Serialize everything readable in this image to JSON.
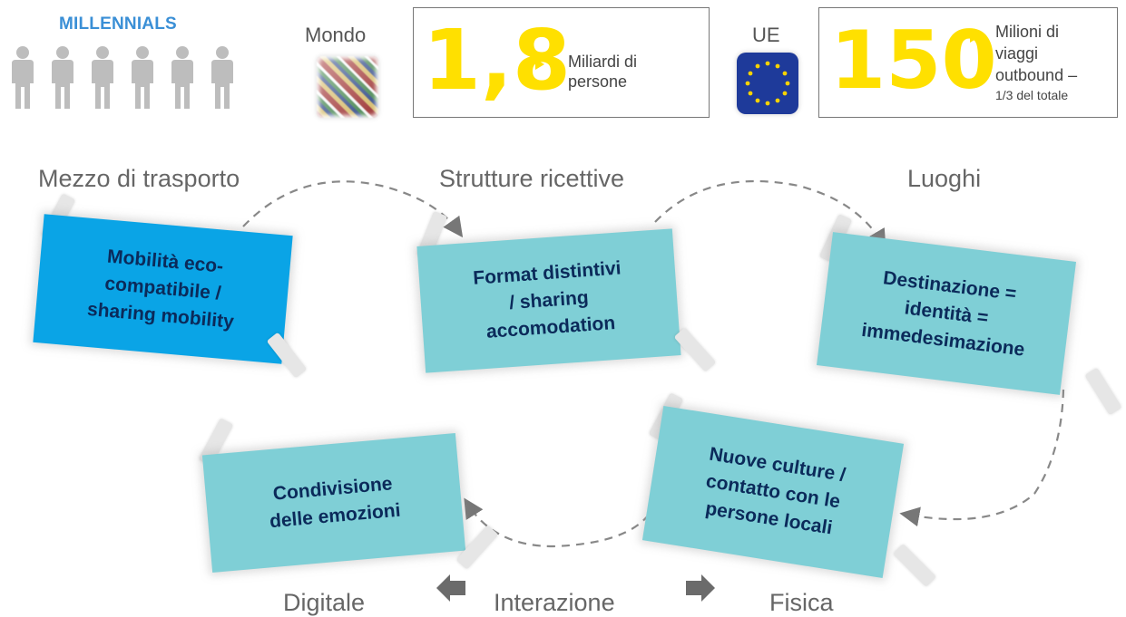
{
  "header": {
    "title": "MILLENNIALS",
    "person_icon_count": 6,
    "world": {
      "label": "Mondo",
      "value": "1,8",
      "description_lines": [
        "Miliardi di",
        "persone"
      ]
    },
    "eu": {
      "label": "UE",
      "value": "150",
      "description_lines": [
        "Milioni di",
        "viaggi",
        "outbound –"
      ],
      "note": "1/3 del totale"
    }
  },
  "categories": {
    "transport": "Mezzo di trasporto",
    "accommodation": "Strutture ricettive",
    "places": "Luoghi"
  },
  "cards": {
    "mobility": [
      "Mobilità eco-",
      "compatibile /",
      "sharing mobility"
    ],
    "format": [
      "Format distintivi",
      "/ sharing",
      "accomodation"
    ],
    "destination": [
      "Destinazione =",
      "identità =",
      "immedesimazione"
    ],
    "cultures": [
      "Nuove culture /",
      "contatto con le",
      "persone locali"
    ],
    "emotions": [
      "Condivisione",
      "delle emozioni"
    ]
  },
  "interaction": {
    "left": "Digitale",
    "center": "Interazione",
    "right": "Fisica"
  },
  "colors": {
    "accent_yellow": "#ffe000",
    "title_blue": "#3a8fd6",
    "card_teal": "#7fcfd6",
    "card_blue": "#0aa4e6",
    "card_text": "#0b2a5a"
  },
  "icons": [
    "person-icon",
    "world-flags-icon",
    "eu-flag-icon",
    "triangle-arrow-icon",
    "arrow-left-icon",
    "arrow-right-icon"
  ]
}
